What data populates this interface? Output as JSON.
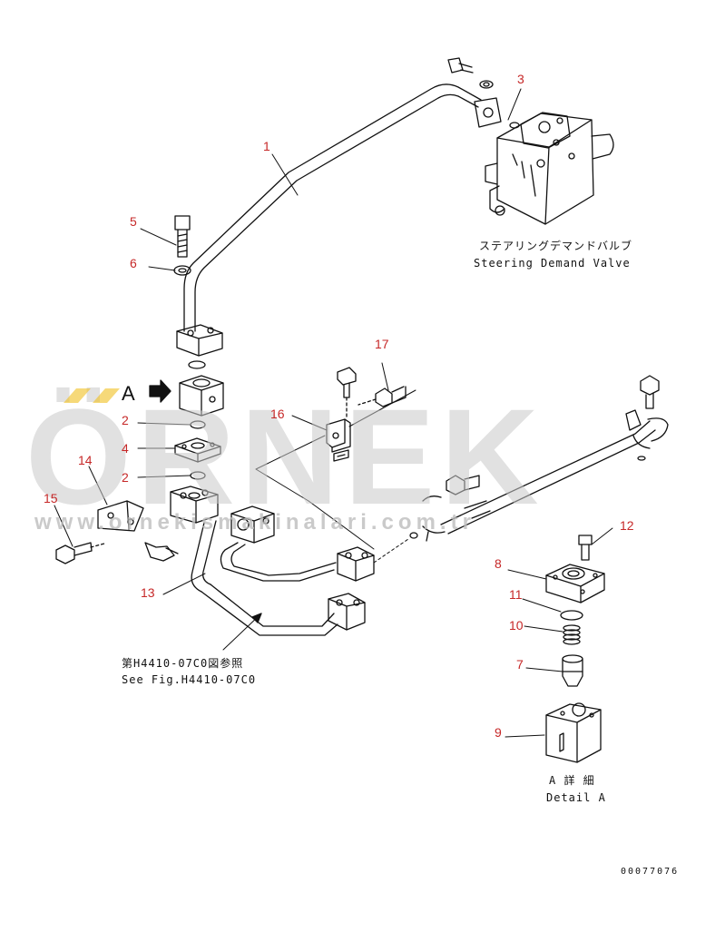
{
  "watermark": {
    "brand": "ÖRNEK",
    "url": "www.ornekismakinalari.com.tr",
    "accent_color": "#f0c020"
  },
  "view_marker": "A",
  "callouts": [
    {
      "id": "c1",
      "label": "1"
    },
    {
      "id": "c3",
      "label": "3"
    },
    {
      "id": "c5",
      "label": "5"
    },
    {
      "id": "c6",
      "label": "6"
    },
    {
      "id": "c17",
      "label": "17"
    },
    {
      "id": "c16",
      "label": "16"
    },
    {
      "id": "c2a",
      "label": "2"
    },
    {
      "id": "c4",
      "label": "4"
    },
    {
      "id": "c2b",
      "label": "2"
    },
    {
      "id": "c14",
      "label": "14"
    },
    {
      "id": "c15",
      "label": "15"
    },
    {
      "id": "c13",
      "label": "13"
    },
    {
      "id": "c12",
      "label": "12"
    },
    {
      "id": "c8",
      "label": "8"
    },
    {
      "id": "c11",
      "label": "11"
    },
    {
      "id": "c10",
      "label": "10"
    },
    {
      "id": "c7",
      "label": "7"
    },
    {
      "id": "c9",
      "label": "9"
    }
  ],
  "captions": {
    "valve_jp": "ステアリングデマンドバルブ",
    "valve_en": "Steering Demand Valve",
    "see_fig_jp": "第H4410-07C0図参照",
    "see_fig_en": "See Fig.H4410-07C0",
    "detail_jp": "A 詳 細",
    "detail_en": "Detail A"
  },
  "doc_code": "00077076"
}
